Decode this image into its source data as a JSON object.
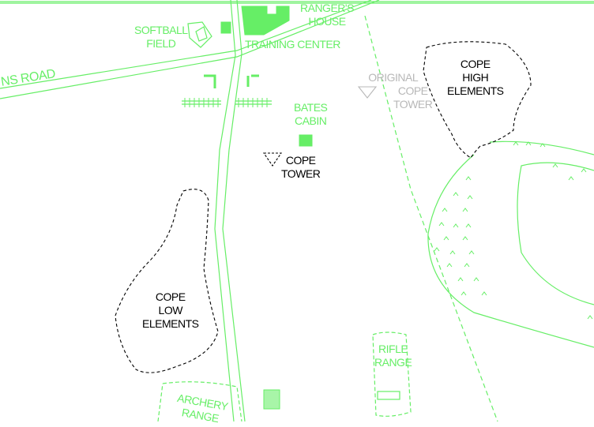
{
  "colors": {
    "feature": "#66ee66",
    "label_green": "#66ee66",
    "label_black": "#000000",
    "label_gray": "#b8b8b8",
    "background": "#ffffff"
  },
  "labels": {
    "softball_field": [
      "SOFTBALL",
      "FIELD"
    ],
    "rangers_house": [
      "RANGER'S",
      "HOUSE"
    ],
    "training_center": "TRAINING CENTER",
    "road": "NS ROAD",
    "bates_cabin": [
      "BATES",
      "CABIN"
    ],
    "original_cope_tower": [
      "ORIGINAL",
      "COPE",
      "TOWER"
    ],
    "cope_high_elements": [
      "COPE",
      "HIGH",
      "ELEMENTS"
    ],
    "cope_tower": [
      "COPE",
      "TOWER"
    ],
    "cope_low_elements": [
      "COPE",
      "LOW",
      "ELEMENTS"
    ],
    "rifle_range": [
      "RIFLE",
      "RANGE"
    ],
    "archery_range": [
      "ARCHERY",
      "RANGE"
    ]
  },
  "symbols": {
    "tower": "triangle-down-icon",
    "building": "filled-square-icon",
    "marsh": "marsh-tuft-icon"
  }
}
